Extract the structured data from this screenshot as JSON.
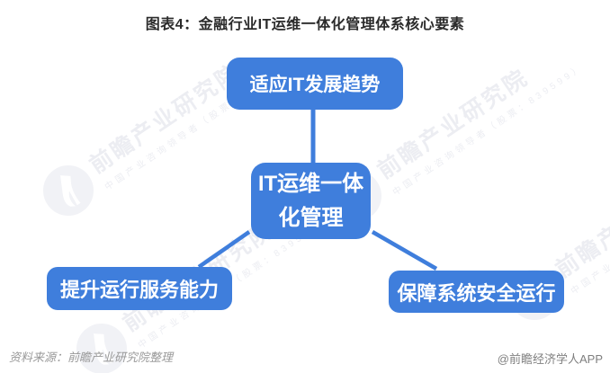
{
  "title": "图表4：金融行业IT运维一体化管理体系核心要素",
  "colors": {
    "box_blue": "#3F7EDC",
    "title_text": "#2B2B2B",
    "footer_gray": "#999999",
    "credit_gray": "#7F7F7F",
    "watermark": "#ECEDF2",
    "watermark_logo": "#F1F2F6"
  },
  "diagram": {
    "center": {
      "label": "IT运维一体化管理",
      "lines": [
        "IT运维一体",
        "化管理"
      ]
    },
    "top": {
      "label": "适应IT发展趋势"
    },
    "bottom_left": {
      "label": "提升运行服务能力"
    },
    "bottom_right": {
      "label": "保障系统安全运行"
    }
  },
  "watermark": {
    "logo": "qianzhan-bird-logo",
    "main_text": "前瞻产业研究院",
    "sub_text": "中国产业咨询领导者（股票：839599）"
  },
  "footer": {
    "source": "资料来源：前瞻产业研究院整理",
    "credit": "@前瞻经济学人APP"
  }
}
